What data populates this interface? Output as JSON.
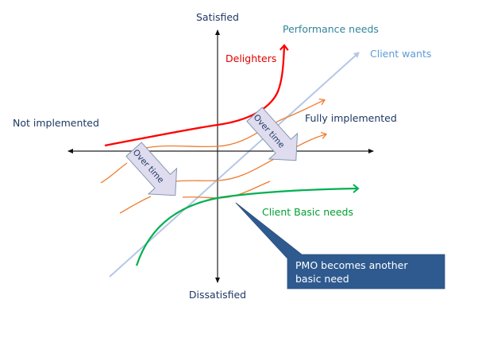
{
  "axes": {
    "top_label": "Satisfied",
    "bottom_label": "Dissatisfied",
    "left_label": "Not implemented",
    "right_label": "Fully implemented"
  },
  "curves": {
    "performance": {
      "label": "Performance needs",
      "color": "#31849b"
    },
    "delighters": {
      "label": "Delighters",
      "color": "#e00000",
      "stroke": "#ff0000"
    },
    "client_wants": {
      "label": "Client wants",
      "color": "#5b9bd5",
      "stroke": "#b4c7e7"
    },
    "basic": {
      "label": "Client Basic needs",
      "color": "#00a030",
      "stroke": "#00b050"
    },
    "orange_stroke": "#ed7d31"
  },
  "arrows": {
    "upper_label": "Over time",
    "lower_label": "Over time",
    "fill": "#dedcee",
    "stroke": "#8497b0"
  },
  "callout": {
    "line1": "PMO becomes another",
    "line2": "basic need",
    "fill": "#2f5a8f"
  },
  "text_color": "#1f3864"
}
